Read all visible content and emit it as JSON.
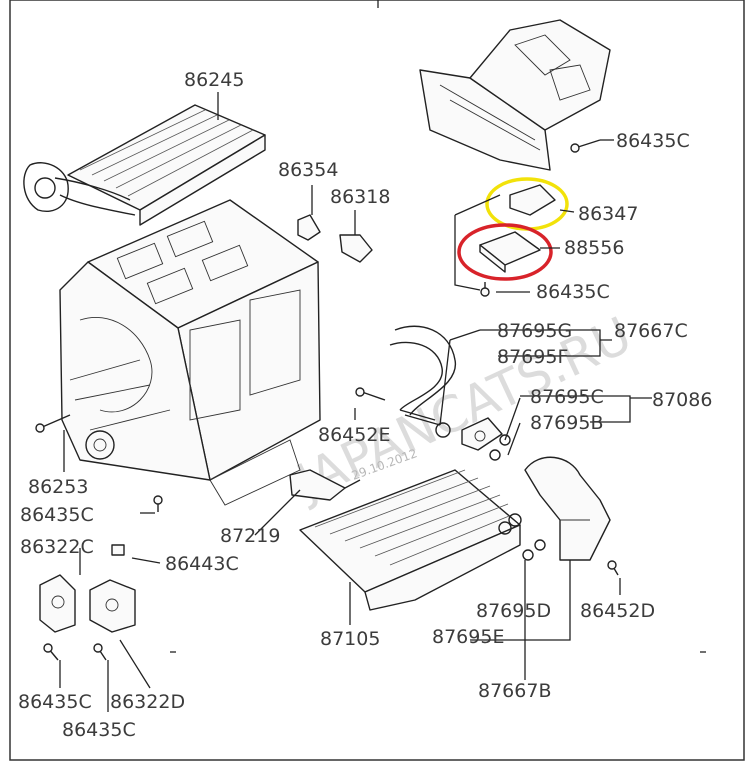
{
  "diagram": {
    "watermark": "JAPANCATS.RU",
    "date_stamp": "29.10.2012",
    "highlight_colors": {
      "yellow": "#f2e20a",
      "red": "#d8232a"
    },
    "parts": {
      "p86245": "86245",
      "p86354": "86354",
      "p86318": "86318",
      "p86435C_top": "86435C",
      "p86347": "86347",
      "p88556": "88556",
      "p86435C_mid": "86435C",
      "p87695G": "87695G",
      "p87667C": "87667C",
      "p87695F": "87695F",
      "p87695C": "87695C",
      "p87086": "87086",
      "p87695B": "87695B",
      "p86452E": "86452E",
      "p86253": "86253",
      "p86435C_left": "86435C",
      "p87219": "87219",
      "p86322C": "86322C",
      "p86443C": "86443C",
      "p87105": "87105",
      "p87695D": "87695D",
      "p86452D": "86452D",
      "p87695E": "87695E",
      "p87667B": "87667B",
      "p86435C_bl": "86435C",
      "p86322D": "86322D",
      "p86435C_bottom": "86435C"
    }
  }
}
